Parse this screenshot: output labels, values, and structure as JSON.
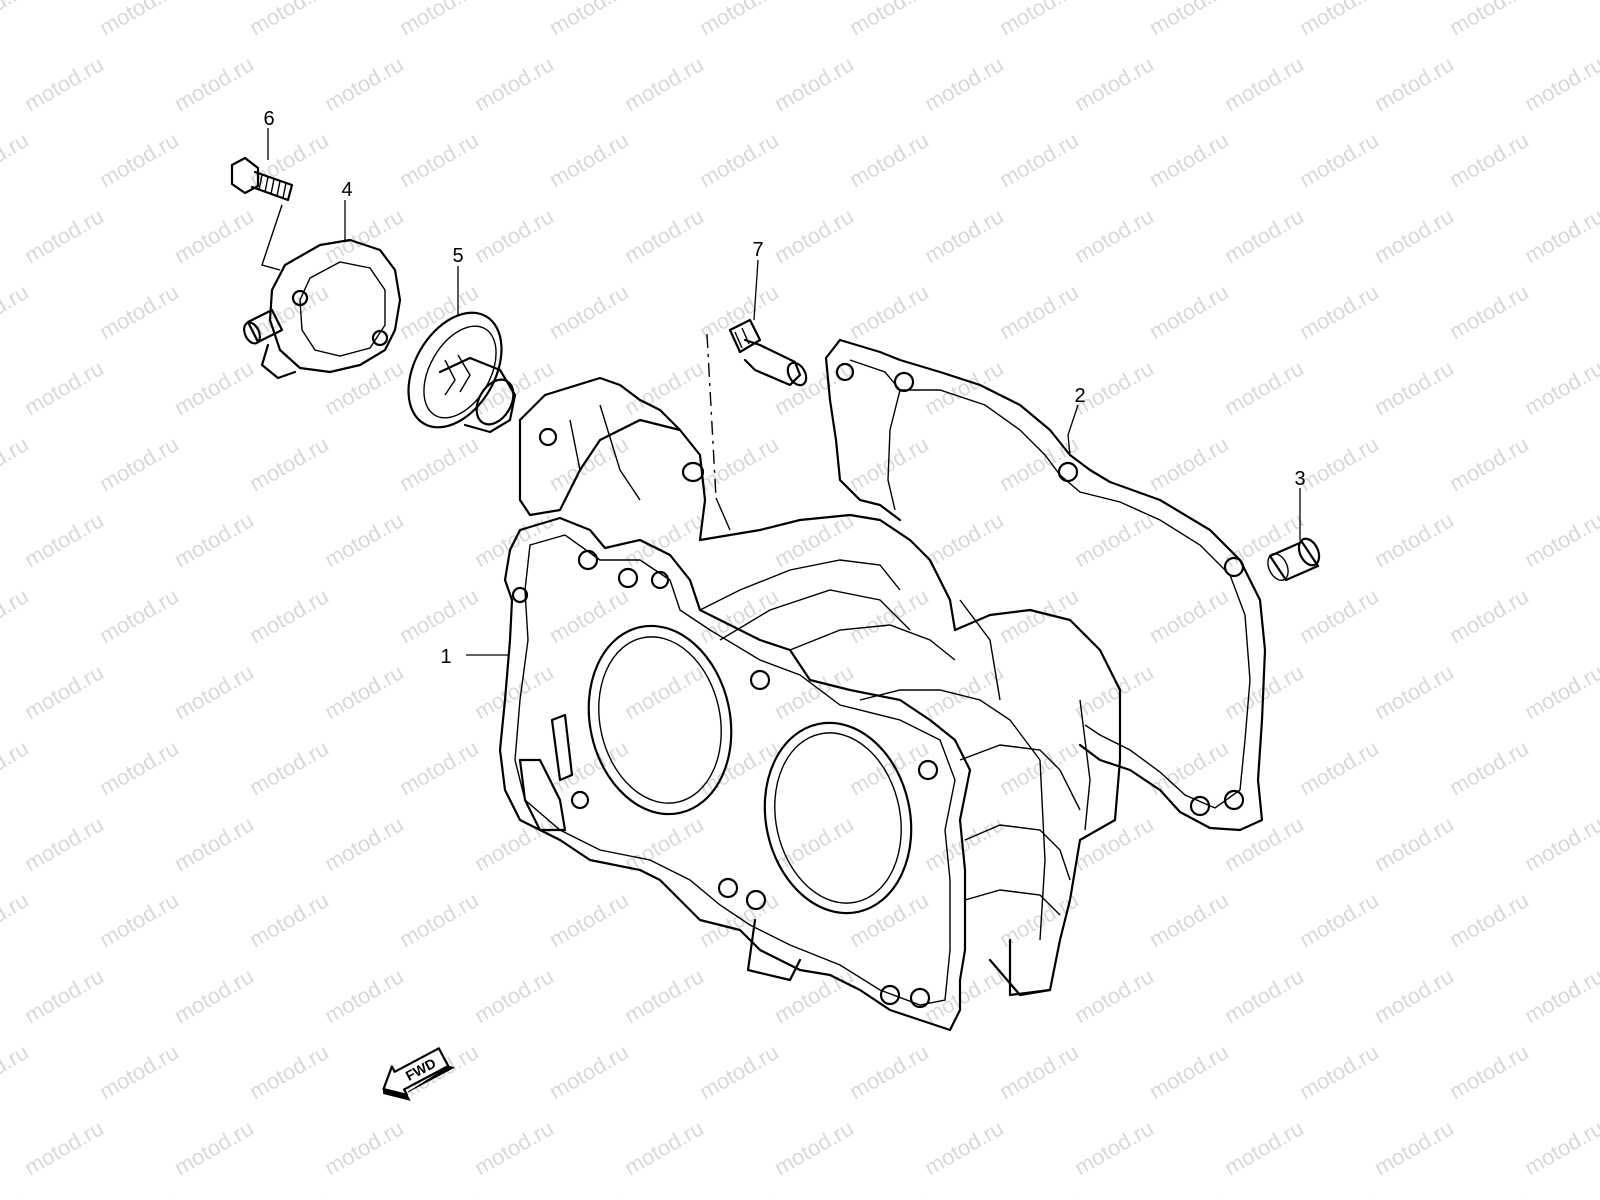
{
  "watermark": "motod.ru",
  "callouts": {
    "c1": "1",
    "c2": "2",
    "c3": "3",
    "c4": "4",
    "c5": "5",
    "c6": "6",
    "c7": "7"
  },
  "direction_badge": "FWD",
  "colors": {
    "line": "#000000",
    "watermark": "#d9d9d9",
    "background": "#ffffff"
  }
}
